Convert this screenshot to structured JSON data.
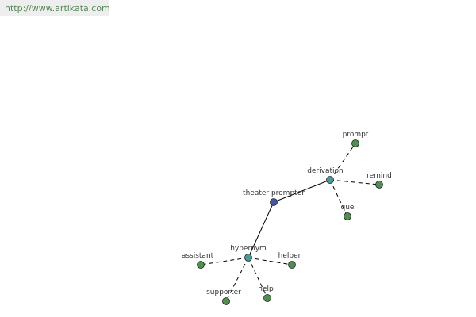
{
  "header": {
    "url": "http://www.artikata.com"
  },
  "colors": {
    "root": "#4455aa",
    "relation": "#4a9a9a",
    "leaf": "#4f8f4f"
  },
  "graph": {
    "root": {
      "id": "root",
      "label": "theater prompter",
      "kind": "root"
    },
    "relations": [
      {
        "id": "derivation",
        "label": "derivation",
        "kind": "relation",
        "terms": [
          {
            "id": "prompt",
            "label": "prompt"
          },
          {
            "id": "remind",
            "label": "remind"
          },
          {
            "id": "que",
            "label": "que"
          }
        ]
      },
      {
        "id": "hypernym",
        "label": "hypernym",
        "kind": "relation",
        "terms": [
          {
            "id": "assistant",
            "label": "assistant"
          },
          {
            "id": "helper",
            "label": "helper"
          },
          {
            "id": "supporter",
            "label": "supporter"
          },
          {
            "id": "help",
            "label": "help"
          }
        ]
      }
    ]
  }
}
